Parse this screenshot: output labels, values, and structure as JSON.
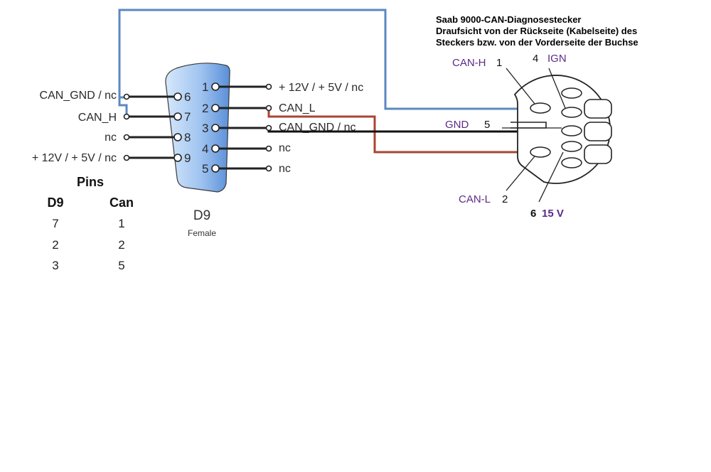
{
  "saab": {
    "title": "Saab 9000-CAN-Diagnosestecker",
    "subtitle_line1": "Draufsicht von der Rückseite (Kabelseite) des",
    "subtitle_line2": "Steckers bzw. von der Vorderseite der Buchse",
    "pins": {
      "canh_name": "CAN-H",
      "canh_num": "1",
      "ign_num": "4",
      "ign_name": "IGN",
      "gnd_name": "GND",
      "gnd_num": "5",
      "canl_name": "CAN-L",
      "canl_num": "2",
      "v15_num": "6",
      "v15_name": "15 V"
    }
  },
  "d9": {
    "title": "D9",
    "subtitle": "Female",
    "left_labels": [
      "CAN_GND / nc",
      "CAN_H",
      "nc",
      "+ 12V / + 5V / nc"
    ],
    "left_pins": [
      "6",
      "7",
      "8",
      "9"
    ],
    "right_pins": [
      "1",
      "2",
      "3",
      "4",
      "5"
    ],
    "right_labels": [
      "+ 12V / + 5V / nc",
      "CAN_L",
      "CAN_GND / nc",
      "nc",
      "nc"
    ]
  },
  "pin_table": {
    "title": "Pins",
    "headers": [
      "D9",
      "Can"
    ],
    "rows": [
      [
        "7",
        "1"
      ],
      [
        "2",
        "2"
      ],
      [
        "3",
        "5"
      ]
    ]
  },
  "colors": {
    "blue_wire": "#5b88c2",
    "red_wire": "#a94436",
    "black_wire": "#111111",
    "connector_light": "#d6e8fb",
    "connector_dark": "#5a8fd8"
  }
}
